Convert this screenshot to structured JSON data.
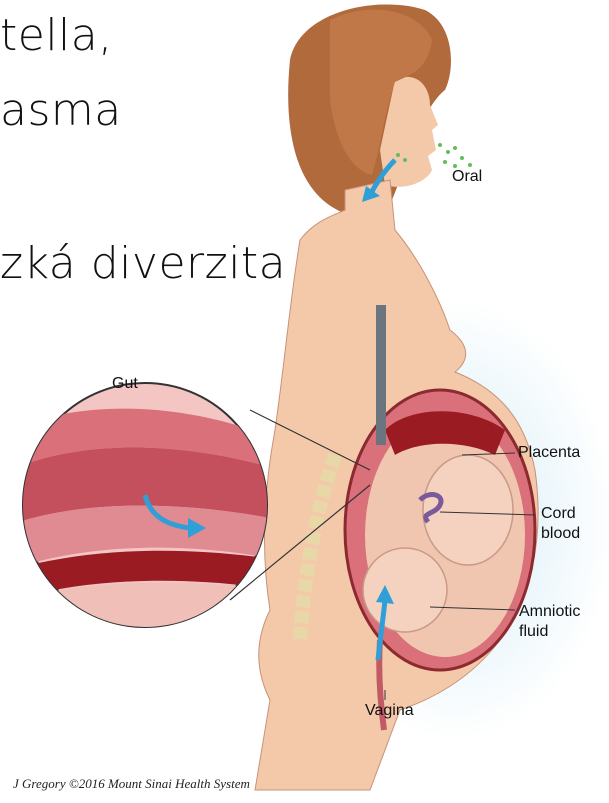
{
  "slide_text": {
    "line1": "tella,",
    "line2": "asma",
    "line3": "zká diverzita"
  },
  "labels": {
    "oral": "Oral",
    "gut": "Gut",
    "placenta": "Placenta",
    "cord_blood_1": "Cord",
    "cord_blood_2": "blood",
    "amniotic_1": "Amniotic",
    "amniotic_2": "fluid",
    "vagina": "Vagina"
  },
  "credit": "J Gregory ©2016 Mount Sinai Health System",
  "colors": {
    "skin": "#f3c9aa",
    "hair": "#b06a3c",
    "arrow": "#2f9fd8",
    "tissue": "#d9707a",
    "blood": "#9a1c22",
    "glow": "#cfeaf7",
    "bacteria": "#5fbf5a"
  }
}
